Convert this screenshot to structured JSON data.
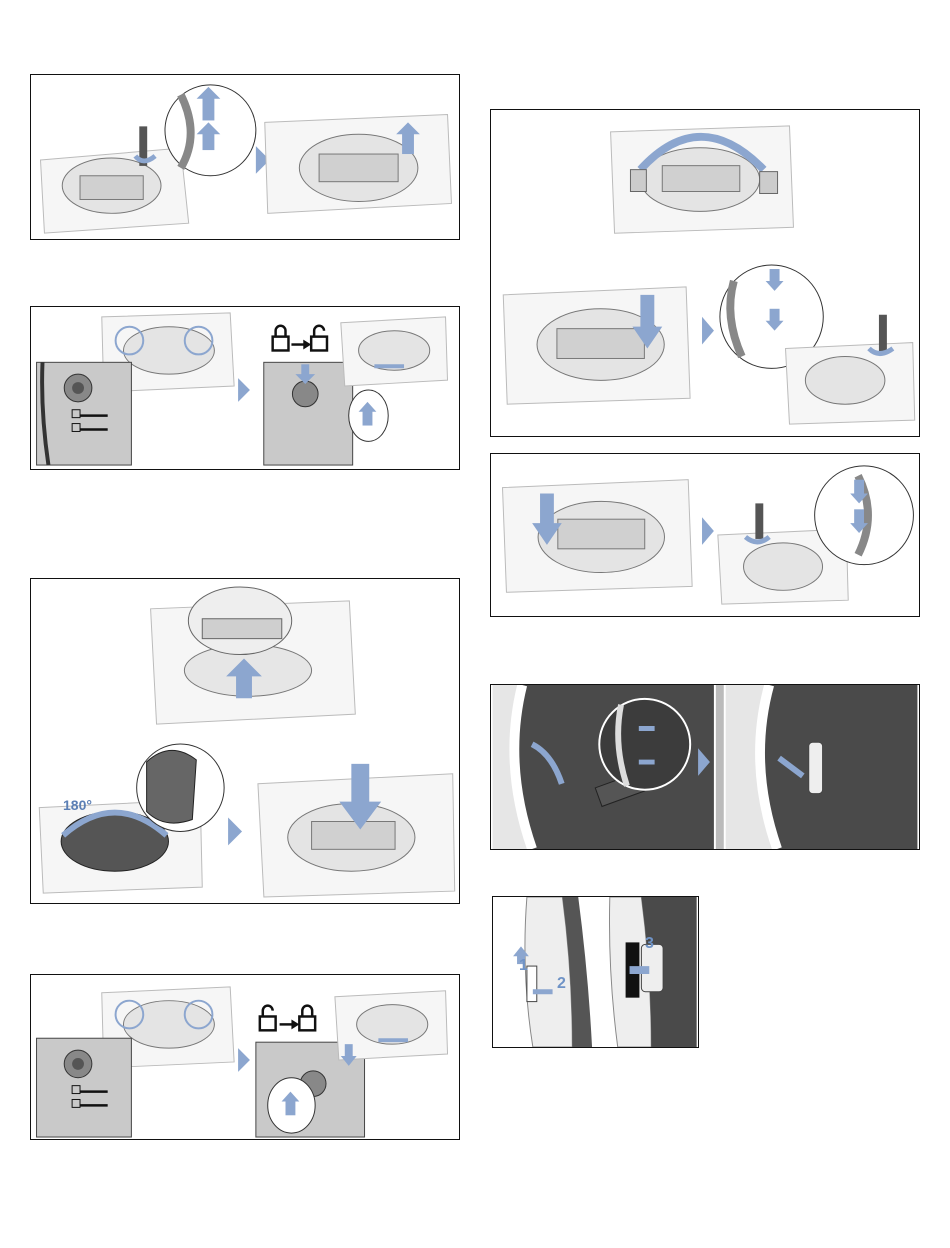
{
  "panels": {
    "p5": {
      "rotation_label": "180°"
    },
    "p9": {
      "step1": "1",
      "step2": "2",
      "step3": "3"
    }
  },
  "colors": {
    "arrow": "#8ca6cf",
    "arrow_dark": "#6f8fc0",
    "frame": "#111111",
    "paper": "#f7f7f7",
    "dark_door": "#4a4a4a"
  }
}
